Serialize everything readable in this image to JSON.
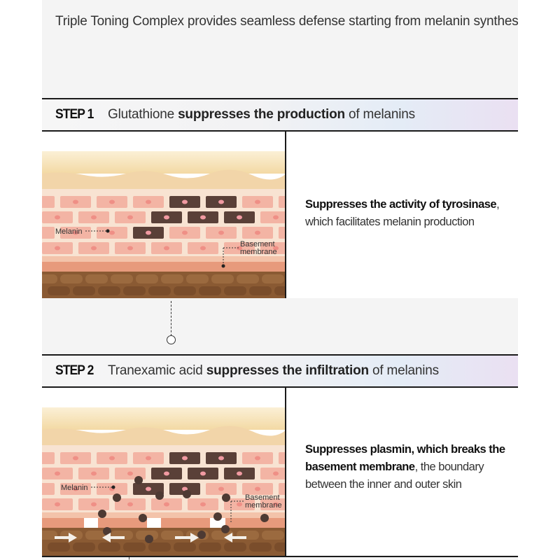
{
  "intro": {
    "text": "Triple Toning Complex provides seamless defense starting from melanin synthesis"
  },
  "step1": {
    "label": "STEP 1",
    "title_pre": "Glutathione ",
    "title_bold": "suppresses the production",
    "title_post": " of melanins",
    "desc_bold": "Suppresses the activity of tyrosinase",
    "desc_rest": ",",
    "desc_line2": "which facilitates melanin production",
    "callout_melanin": "Melanin",
    "callout_membrane_1": "Basement",
    "callout_membrane_2": "membrane"
  },
  "step2": {
    "label": "STEP 2",
    "title_pre": "Tranexamic acid ",
    "title_bold": "suppresses the infiltration",
    "title_post": " of melanins",
    "desc_bold_1": "Suppresses plasmin, which breaks the",
    "desc_bold_2": "basement membrane",
    "desc_rest_2": ", the boundary",
    "desc_line3": "between the inner and outer skin",
    "callout_melanin": "Melanin",
    "callout_membrane_1": "Basement",
    "callout_membrane_2": "membrane"
  },
  "colors": {
    "frame_bg": "#f4f4f4",
    "border": "#1a1a1a",
    "skin_top": "#f7e7c4",
    "skin_cell": "#f0a999",
    "melanin_cell": "#5a4038",
    "dermis": "#8a5a33"
  }
}
